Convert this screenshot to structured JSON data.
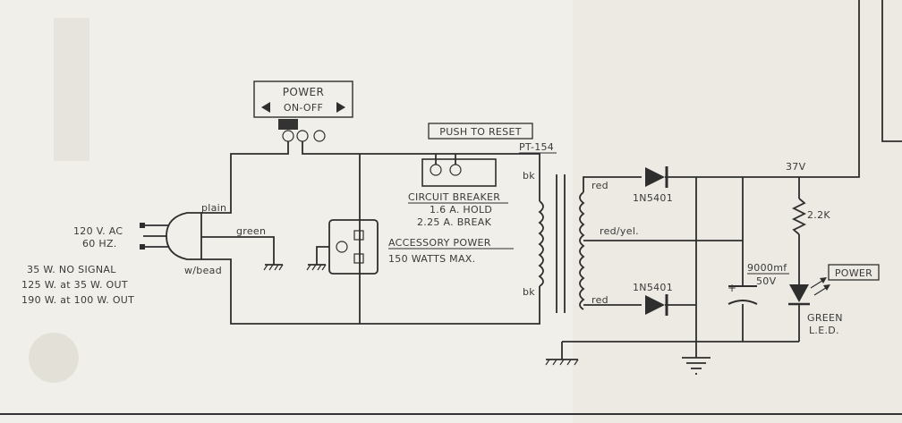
{
  "labels": {
    "power_switch_title": "POWER",
    "power_switch_sub": "ON-OFF",
    "push_to_reset": "PUSH TO RESET",
    "transformer": "PT-154",
    "circuit_breaker": "CIRCUIT BREAKER",
    "hold": "1.6 A. HOLD",
    "break": "2.25 A. BREAK",
    "accessory_power": "ACCESSORY POWER",
    "accessory_watts": "150 WATTS MAX.",
    "plain": "plain",
    "green": "green",
    "w_bead": "w/bead",
    "voltage": "120 V. AC",
    "frequency": "60 HZ.",
    "spec_1": "35 W. NO SIGNAL",
    "spec_2": "125 W. at 35 W. OUT",
    "spec_3": "190 W. at 100 W. OUT",
    "bk_top": "bk",
    "bk_bottom": "bk",
    "red_top": "red",
    "red_yel": "red/yel.",
    "red_bottom": "red",
    "diode_top": "1N5401",
    "diode_bottom": "1N5401",
    "rail_voltage": "37V",
    "resistor": "2.2K",
    "cap_value": "9000mf",
    "cap_voltage": "50V",
    "cap_plus": "+",
    "power_badge": "POWER",
    "led_line_1": "GREEN",
    "led_line_2": "L.E.D."
  },
  "colors": {
    "paper": "#f1efe9",
    "ink": "#2e2e2e"
  }
}
